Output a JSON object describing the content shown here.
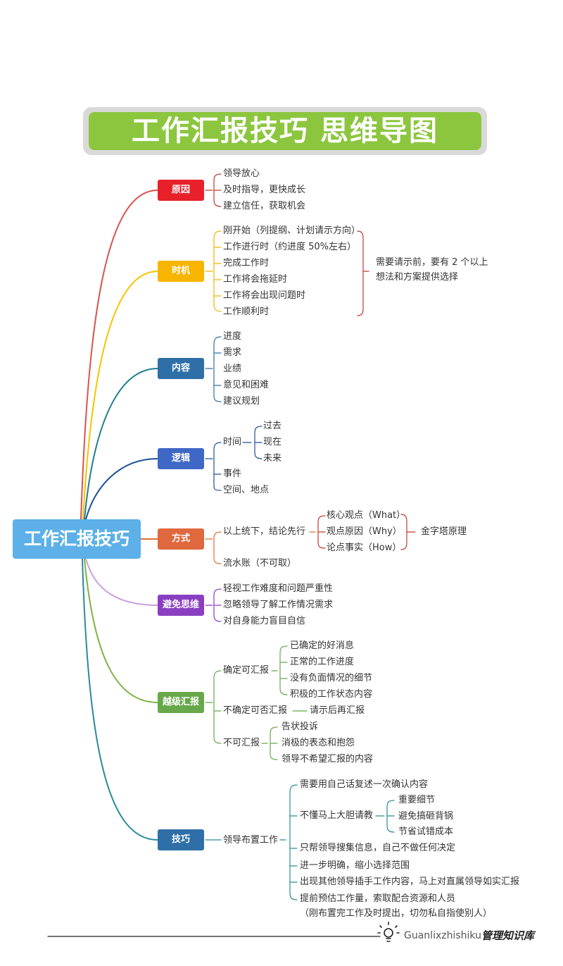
{
  "title": "工作汇报技巧  思维导图",
  "root": "工作汇报技巧",
  "colors": {
    "yuanyin": "#e8202a",
    "shiji": "#f7b500",
    "neirong": "#2f6fa7",
    "luoji": "#3f67c6",
    "fangshi": "#e0683f",
    "bimian": "#8a3fc2",
    "yueji": "#68a84a",
    "jiqiao": "#2e6fa7"
  },
  "branches": {
    "yuanyin": {
      "label": "原因",
      "items": [
        "领导放心",
        "及时指导，更快成长",
        "建立信任，获取机会"
      ]
    },
    "shiji": {
      "label": "时机",
      "items": [
        "刚开始（列提纲、计划请示方向）",
        "工作进行时（约进度 50%左右）",
        "完成工作时",
        "工作将会拖延时",
        "工作将会出现问题时",
        "工作顺利时"
      ],
      "note_line1": "需要请示前，要有 2 个以上",
      "note_line2": "想法和方案提供选择"
    },
    "neirong": {
      "label": "内容",
      "items": [
        "进度",
        "需求",
        "业绩",
        "意见和困难",
        "建议规划"
      ]
    },
    "luoji": {
      "label": "逻辑",
      "time": "时间",
      "time_items": [
        "过去",
        "现在",
        "未来"
      ],
      "items": [
        "事件",
        "空间、地点"
      ]
    },
    "fangshi": {
      "label": "方式",
      "main": "以上统下，结论先行",
      "sub_items": [
        "核心观点（What）",
        "观点原因（Why）",
        "论点事实（How）"
      ],
      "pyramid": "金字塔原理",
      "other": "流水账（不可取）"
    },
    "bimian": {
      "label": "避免思维",
      "items": [
        "轻视工作难度和问题严重性",
        "忽略领导了解工作情况需求",
        "对自身能力盲目自信"
      ]
    },
    "yueji": {
      "label": "越级汇报",
      "ok": "确定可汇报",
      "ok_items": [
        "已确定的好消息",
        "正常的工作进度",
        "没有负面情况的细节",
        "积极的工作状态内容"
      ],
      "unsure": "不确定可否汇报",
      "unsure_note": "请示后再汇报",
      "no": "不可汇报",
      "no_items": [
        "告状投诉",
        "消极的表态和抱怨",
        "领导不希望汇报的内容"
      ]
    },
    "jiqiao": {
      "label": "技巧",
      "sub": "领导布置工作",
      "item1": "需要用自己话复述一次确认内容",
      "item2": "不懂马上大胆请教",
      "item2_subs": [
        "重要细节",
        "避免搞砸背锅",
        "节省试错成本"
      ],
      "item3": "只帮领导搜集信息，自己不做任何决定",
      "item4": "进一步明确，缩小选择范围",
      "item5": "出现其他领导插手工作内容，马上对直属领导如实汇报",
      "item6_line1": "提前预估工作量，索取配合资源和人员",
      "item6_line2": "（刚布置完工作及时提出，切勿私自指使别人）"
    }
  },
  "footer": {
    "site": "Guanlixzhishiku",
    "brand": "管理知识库"
  }
}
